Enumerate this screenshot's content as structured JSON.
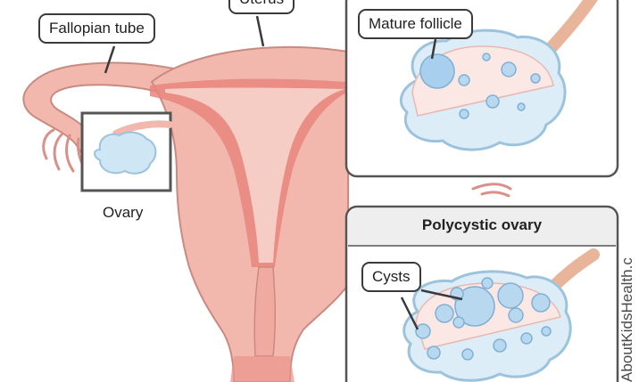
{
  "labels": {
    "uterus": "Uterus",
    "fallopian_tube": "Fallopian tube",
    "ovary": "Ovary",
    "mature_follicle": "Mature follicle",
    "polycystic_ovary": "Polycystic ovary",
    "cysts": "Cysts"
  },
  "credit": "AboutKidsHealth.ca",
  "colors": {
    "uterus_fill": "#f3b8ad",
    "uterus_outline": "#c98a82",
    "cavity": "#e8857c",
    "ovary_blue": "#cfe6f5",
    "panel_border": "#555555",
    "panel_header_bg": "#eeeeee"
  }
}
